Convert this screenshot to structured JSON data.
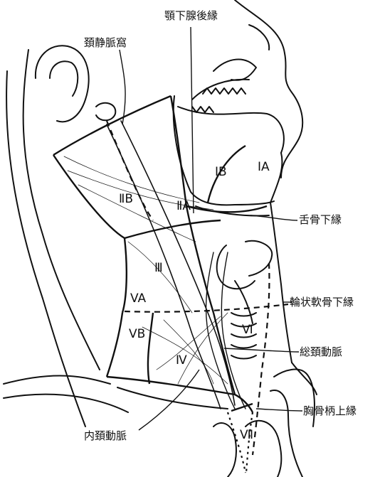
{
  "callouts": {
    "submandibular_posterior_border": "顎下腺後縁",
    "jugular_fossa": "頚静脈窩",
    "hyoid_lower_border": "舌骨下縁",
    "cricoid_lower_border": "輪状軟骨下縁",
    "common_carotid_artery": "総頚動脈",
    "manubrium_upper_border": "胸骨柄上縁",
    "internal_carotid_artery": "内頚動脈"
  },
  "levels": {
    "IA": "ⅠA",
    "IB": "ⅠB",
    "IIA": "ⅡA",
    "IIB": "ⅡB",
    "III": "Ⅲ",
    "IV": "Ⅳ",
    "VA": "VA",
    "VB": "VB",
    "VI": "Ⅵ",
    "VII": "Ⅶ"
  }
}
